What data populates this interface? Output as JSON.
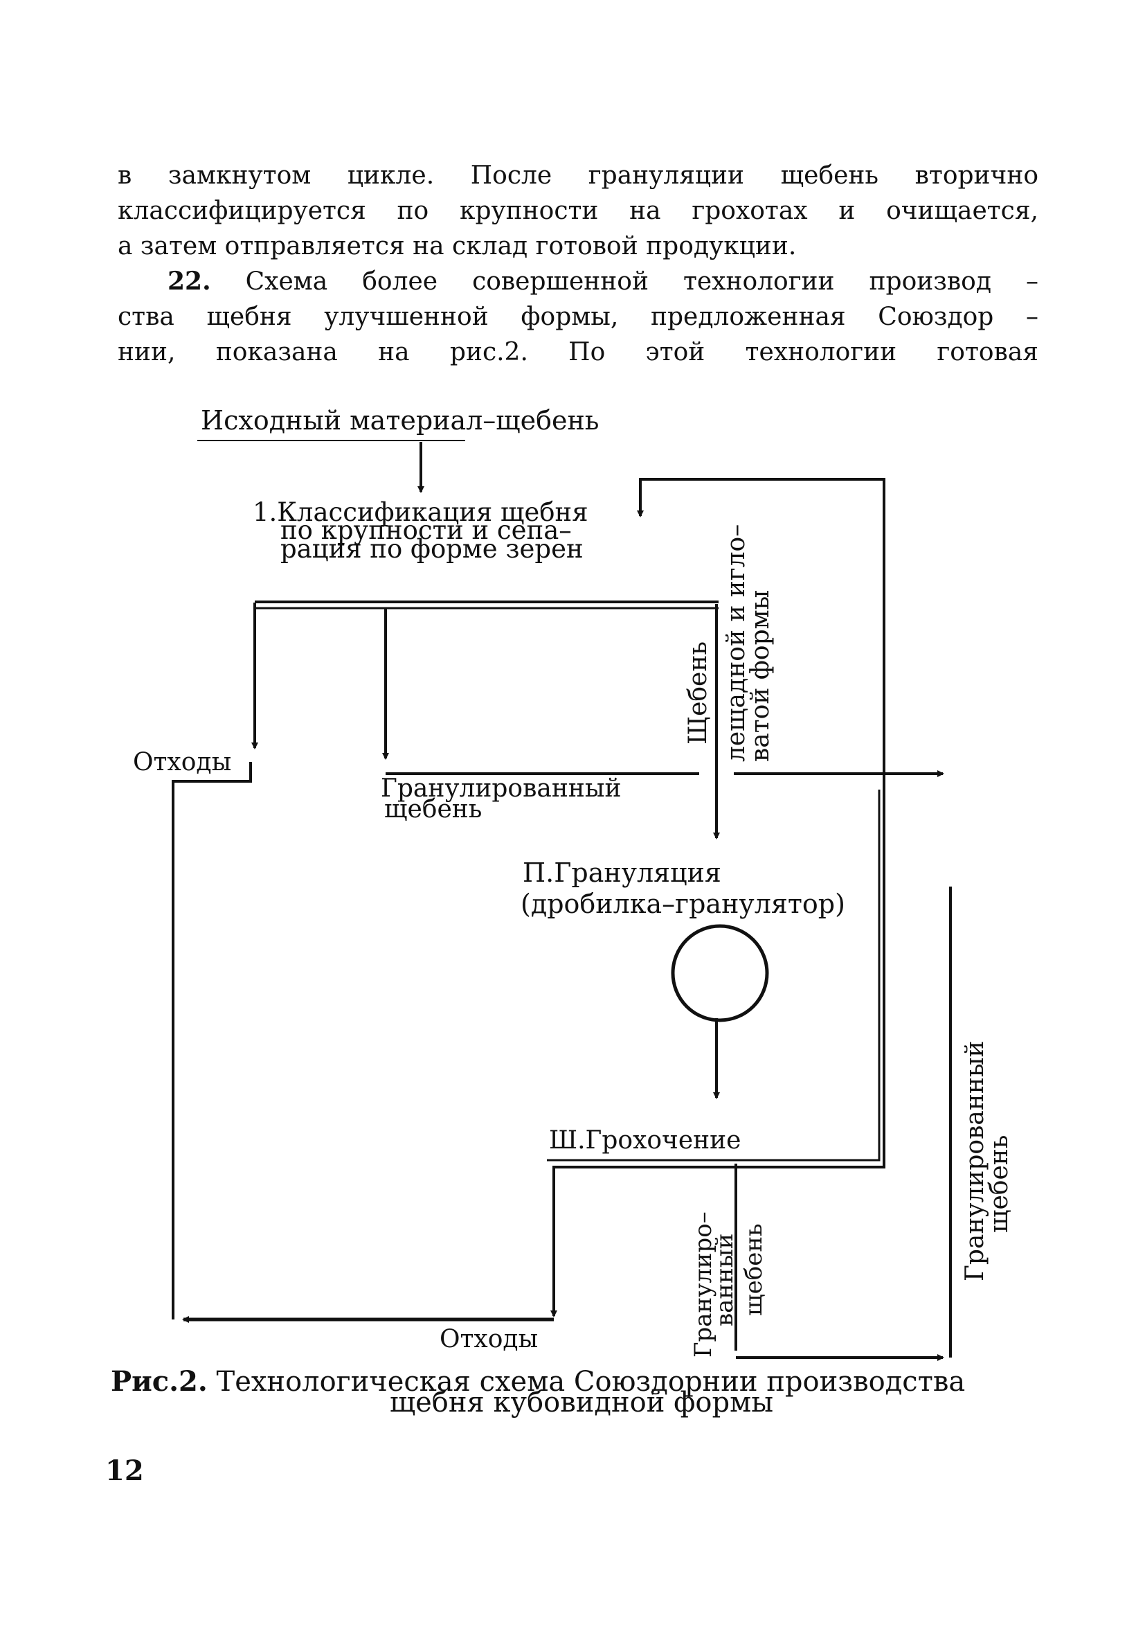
{
  "text": {
    "line1": "в замкнутом цикле. После грануляции щебень вторично",
    "line2": "классифицируется по крупности на грохотах и очищается,",
    "line3": "а затем отправляется на склад готовой продукции.",
    "p22_num": "22.",
    "p22_line1": "Схема более совершенной технологии производ –",
    "p22_line2": "ства щебня улучшенной формы, предложенная Союздор –",
    "p22_line3": "нии, показана на рис.2. По этой технологии готовая"
  },
  "diagram": {
    "source": "Исходный материал–щебень",
    "step1_line1": "1.Классификация щебня",
    "step1_line2": "по крупности и сепа–",
    "step1_line3": "рация по форме зерен",
    "waste_top": "Отходы",
    "granulated_mid_line1": "Гранулированный",
    "granulated_mid_line2": "щебень",
    "rubble_v_line1": "Щебень",
    "rubble_v_line2": "лещадной и игло–",
    "rubble_v_line3": "ватой формы",
    "step2_line1": "П.Грануляция",
    "step2_line2": "(дробилка–гранулятор)",
    "step3": "Ш.Грохочение",
    "waste_bottom": "Отходы",
    "gran_v_left_line1": "Гранулиро–",
    "gran_v_left_line2": "ванный",
    "gran_v_left_line3": "щебень",
    "gran_v_right_line1": "Гранулированный",
    "gran_v_right_line2": "щебень"
  },
  "caption": {
    "prefix": "Рис.2.",
    "line1": "Технологическая схема Союздорнии производства",
    "line2": "щебня кубовидной формы"
  },
  "page_number": "12"
}
